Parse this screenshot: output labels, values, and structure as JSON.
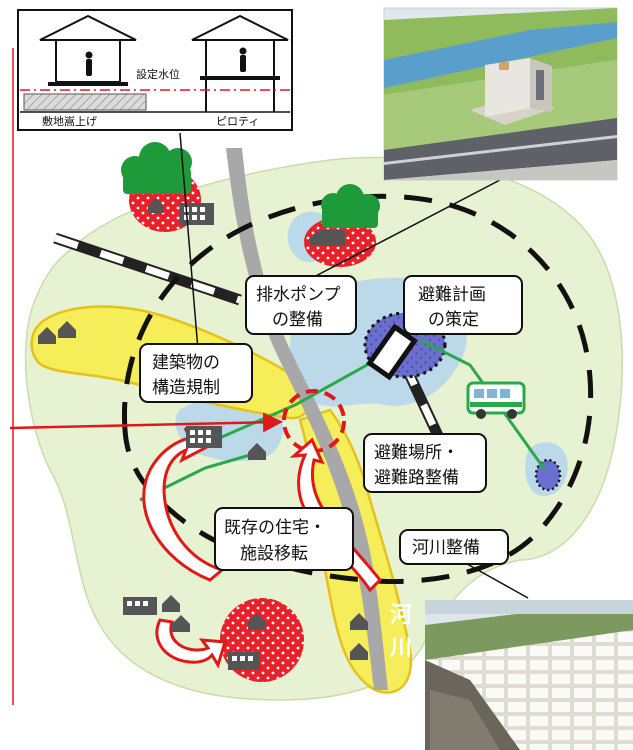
{
  "inset": {
    "left_label": "敷地嵩上げ",
    "right_label": "ピロティ",
    "water_level_label": "設定水位"
  },
  "callouts": {
    "pump_line1": "排水ポンプ",
    "pump_line2": "の整備",
    "evac_plan_line1": "避難計画",
    "evac_plan_line2": "の策定",
    "building_line1": "建築物の",
    "building_line2": "構造規制",
    "shelter_line1": "避難場所・",
    "shelter_line2": "避難路整備",
    "relocation_line1": "既存の住宅・",
    "relocation_line2": "施設移転",
    "river_works": "河川整備"
  },
  "map": {
    "river_char1": "河",
    "river_char2": "川"
  },
  "colors": {
    "land": "#e6f2d2",
    "water": "#bcd9ea",
    "yellow_zone": "#f5ee5a",
    "yellow_border": "#e5c21a",
    "danger_zone": "#e8202a",
    "shelter_zone": "#6b6fd0",
    "road": "#a8a8a8",
    "tree": "#1f9a3a",
    "arrow_red": "#e01818",
    "evac_route": "#2aa84a"
  }
}
